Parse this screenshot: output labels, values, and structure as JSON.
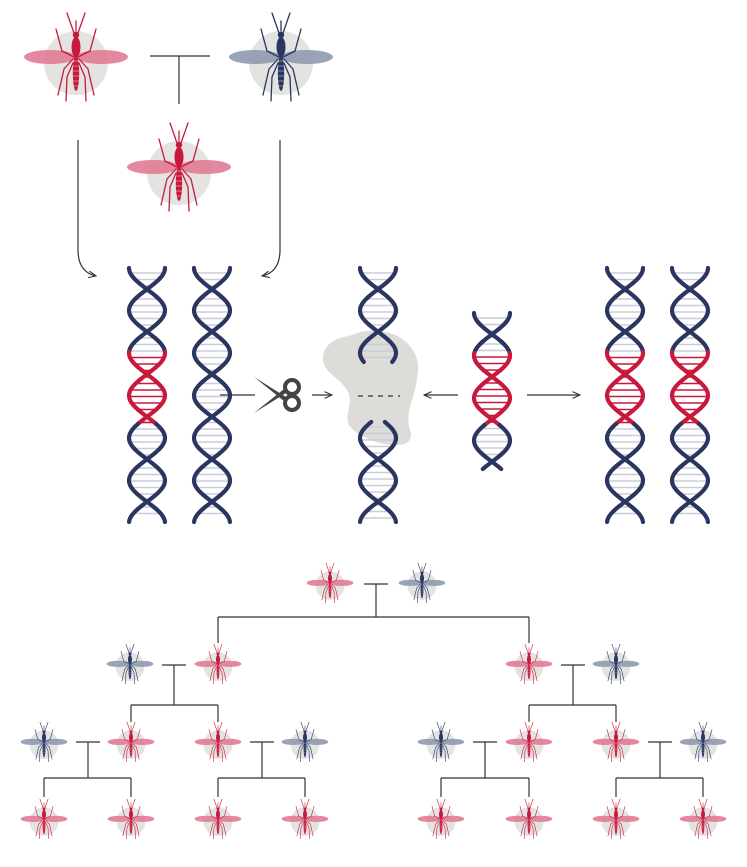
{
  "colors": {
    "drive": "#c8193c",
    "drive_wing": "#e07b94",
    "wild": "#2a3560",
    "wild_wing": "#8f9ab0",
    "halo": "#e3e3e1",
    "line": "#333333",
    "rung": "#c9cdd9",
    "cell": "#dddcd8"
  },
  "icons": {
    "mosquito": "mosquito-icon",
    "dna": "dna-helix-icon",
    "scissors": "scissors-icon",
    "enzyme": "repair-enzyme-blob"
  },
  "diagram": {
    "parents": [
      "gene-drive",
      "wild-type"
    ],
    "offspring": "gene-drive",
    "steps": [
      "cut",
      "repair",
      "copied"
    ],
    "generations": [
      [
        "drive",
        "wild"
      ],
      [
        "wild",
        "drive",
        "drive",
        "wild"
      ],
      [
        "wild",
        "drive",
        "drive",
        "wild",
        "wild",
        "drive",
        "drive",
        "wild"
      ],
      [
        "drive",
        "drive",
        "drive",
        "drive",
        "drive",
        "drive",
        "drive",
        "drive"
      ]
    ]
  }
}
